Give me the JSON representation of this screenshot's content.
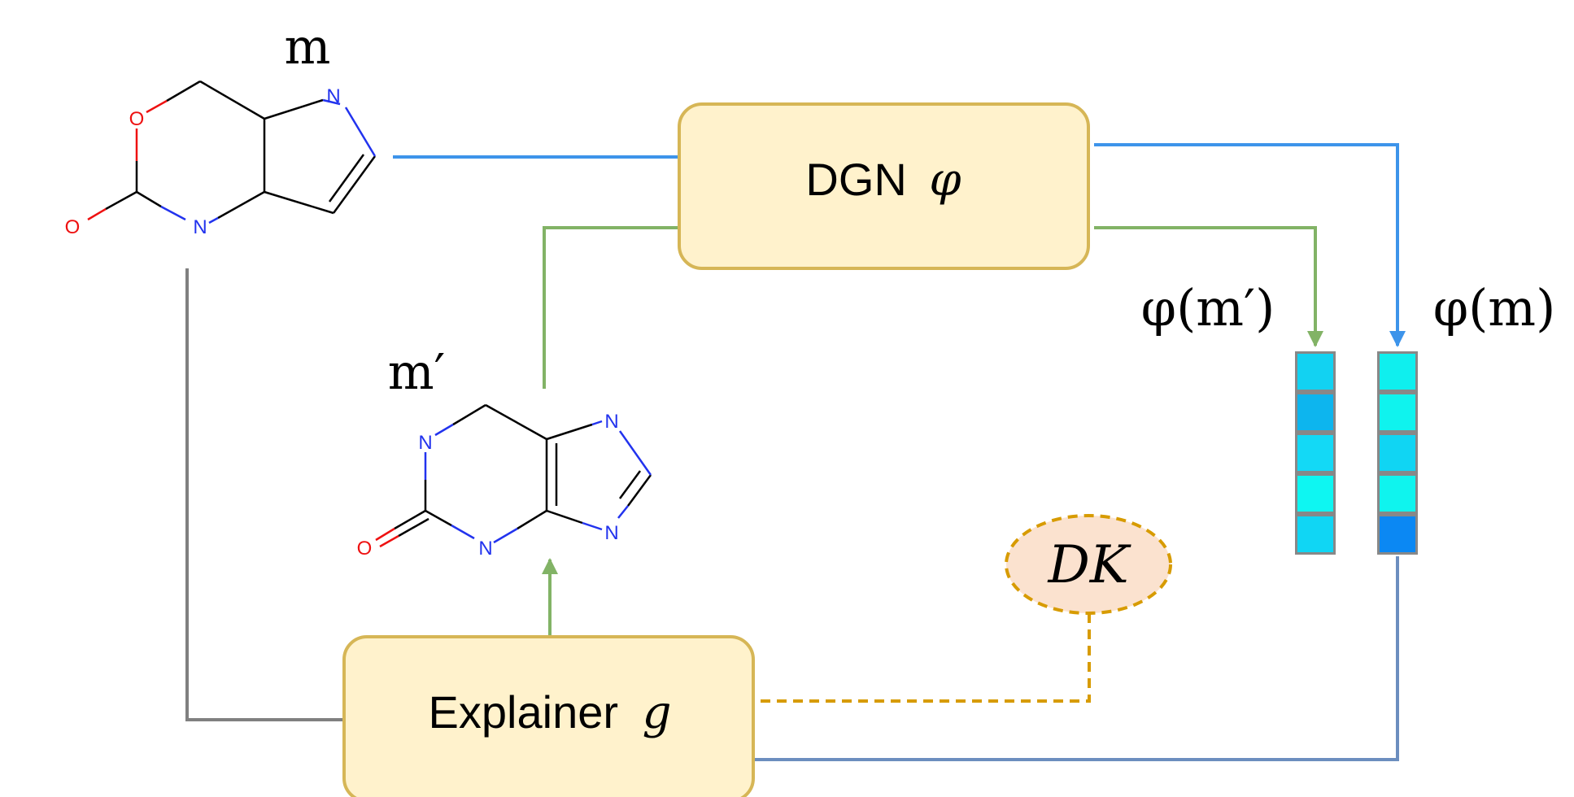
{
  "molecule_m": {
    "label": "m",
    "atoms": {
      "o_ring": "O",
      "o_carbonyl": "O",
      "n_amide": "N",
      "n_pyrrole": "N"
    }
  },
  "molecule_m_prime": {
    "label": "m′",
    "atoms": {
      "n_top_left": "N",
      "n_imid_top": "N",
      "n_imid_bottom": "N",
      "n_bottom": "N",
      "o_carbonyl": "O"
    }
  },
  "dgn_box": {
    "name": "DGN",
    "symbol": "φ"
  },
  "explainer_box": {
    "name": "Explainer",
    "symbol": "g"
  },
  "domain_knowledge": {
    "label": "DK"
  },
  "embeddings": {
    "m_prime": {
      "label": "φ(m′)",
      "cells": [
        "#12d2f2",
        "#0db5ee",
        "#13d9f6",
        "#0ef6f2",
        "#10d6f4"
      ]
    },
    "m": {
      "label": "φ(m)",
      "cells": [
        "#0fefee",
        "#0ff3ee",
        "#10d5f3",
        "#0ff4ee",
        "#0b88f3"
      ]
    }
  },
  "colors": {
    "box_fill": "#fff2cc",
    "box_stroke": "#d6b656",
    "dk_fill": "#fbe2cf",
    "dk_stroke": "#d79b00",
    "blue_line": "#3d94ea",
    "green_line": "#82b366",
    "gray_line": "#808080",
    "slate_line": "#6c8ebf",
    "nitrogen": "#2233ee",
    "oxygen": "#ee1111"
  }
}
